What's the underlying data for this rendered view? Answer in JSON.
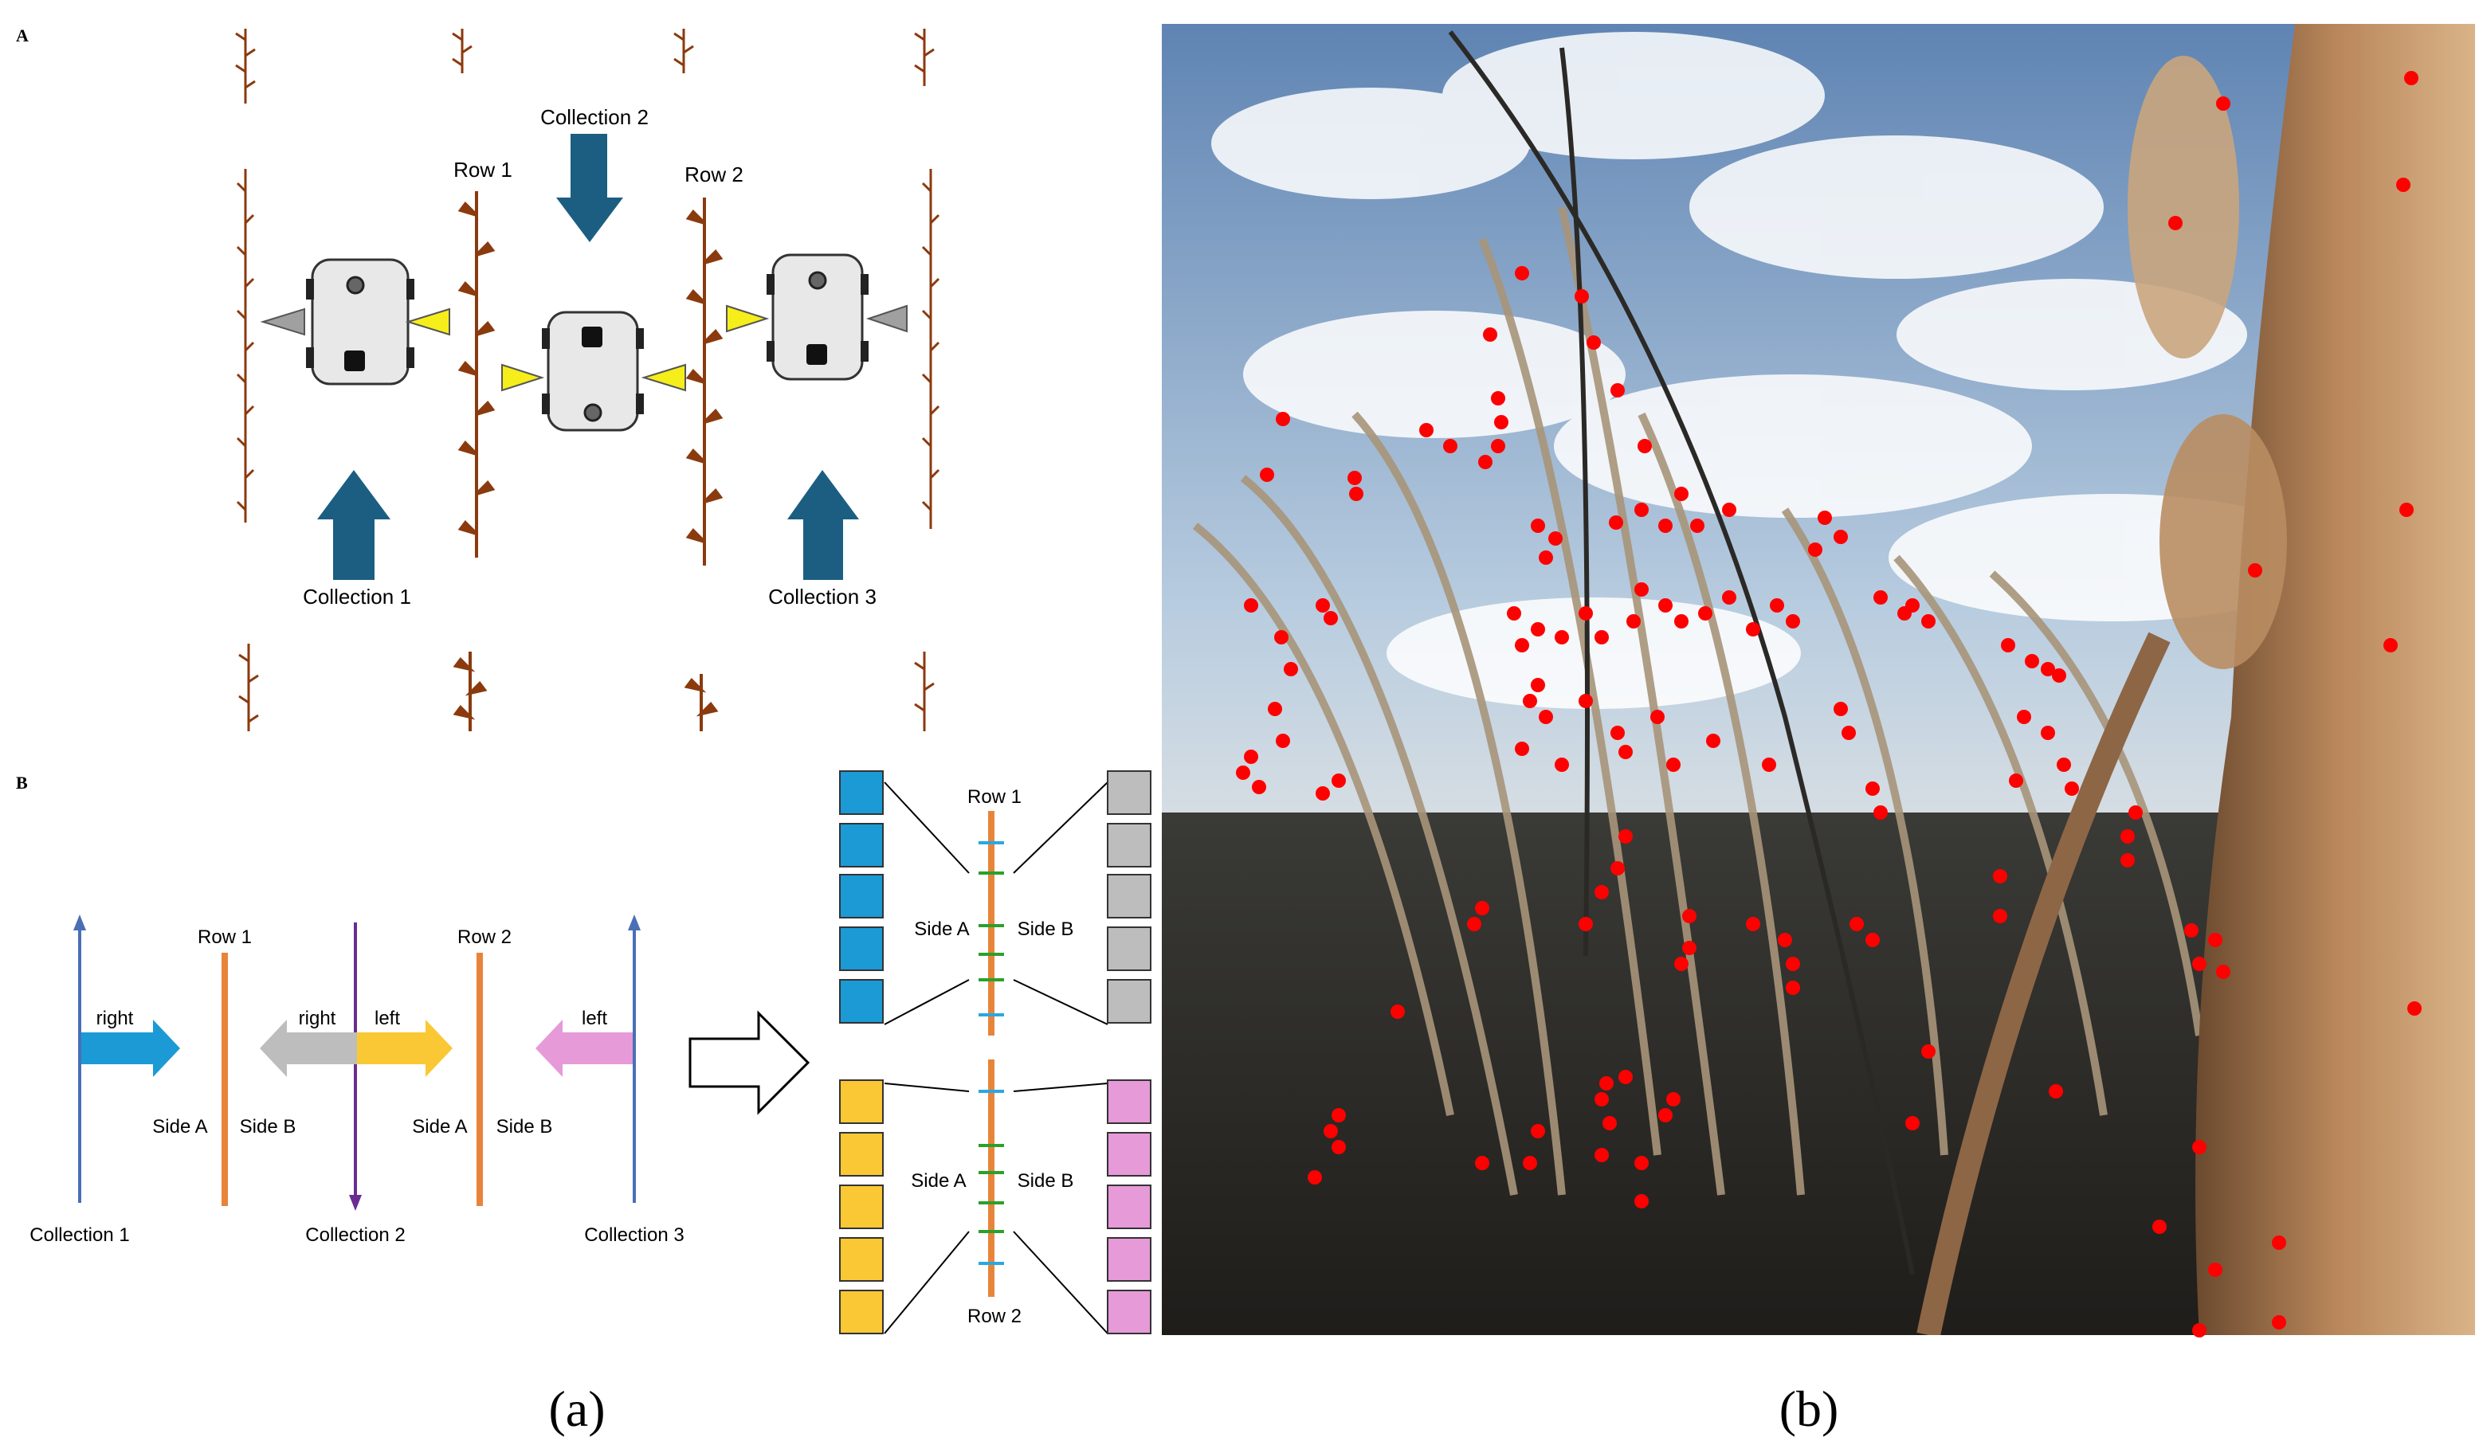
{
  "panels": {
    "a_caption": "(a)",
    "b_caption": "(b)"
  },
  "section_a": {
    "letter": "A",
    "collection_1": "Collection 1",
    "collection_2": "Collection 2",
    "collection_3": "Collection 3",
    "row_1": "Row 1",
    "row_2": "Row 2"
  },
  "section_b": {
    "letter": "B",
    "row_1": "Row 1",
    "row_2": "Row 2",
    "right_1": "right",
    "right_2": "right",
    "left_1": "left",
    "left_2": "left",
    "side_a_1": "Side A",
    "side_b_1": "Side B",
    "side_a_2": "Side A",
    "side_b_2": "Side B",
    "collection_1": "Collection 1",
    "collection_2": "Collection 2",
    "collection_3": "Collection 3",
    "out_row_1": "Row 1",
    "out_row_2": "Row 2",
    "out_side_a_top": "Side A",
    "out_side_b_top": "Side B",
    "out_side_a_bottom": "Side A",
    "out_side_b_bottom": "Side B"
  },
  "colors": {
    "collection_arrow": "#1b5e82",
    "robot_body": "#e8e8e8",
    "camera_yellow": "#f5ee1a",
    "camera_gray": "#a0a0a0",
    "plant_brown": "#8b3a0e",
    "blue": "#1b9ad6",
    "gray": "#bdbdbd",
    "yellow": "#f9c834",
    "pink": "#e69ad8",
    "orange": "#e8843a",
    "purple": "#6a2c91",
    "line_blue": "#4a6fb5",
    "tick_green": "#2ca02c",
    "tick_blue": "#29a8e0",
    "pod_dot": "#ff0000"
  }
}
